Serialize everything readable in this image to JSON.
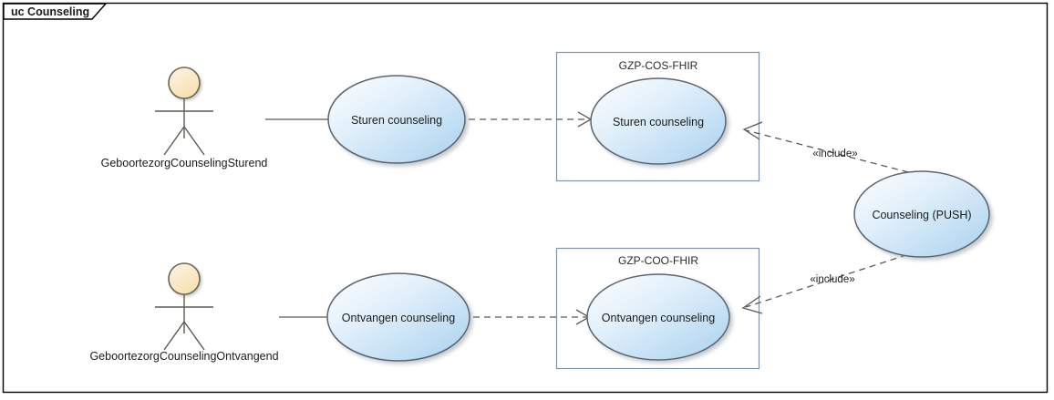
{
  "frame": {
    "title": "uc Counseling",
    "border_color": "#000000",
    "background": "#ffffff"
  },
  "actors": [
    {
      "id": "actor-sturend",
      "label": "GeboortezorgCounselingSturend",
      "head_fill": "#fbe7c3",
      "stroke": "#6b6651"
    },
    {
      "id": "actor-ontvangend",
      "label": "GeboortezorgCounselingOntvangend",
      "head_fill": "#fbe7c3",
      "stroke": "#6b6651"
    }
  ],
  "use_cases": [
    {
      "id": "uc-sturen-left",
      "label": "Sturen counseling"
    },
    {
      "id": "uc-sturen-fhir",
      "label": "Sturen counseling"
    },
    {
      "id": "uc-ontvangen-left",
      "label": "Ontvangen counseling"
    },
    {
      "id": "uc-ontvangen-fhir",
      "label": "Ontvangen counseling"
    },
    {
      "id": "uc-counseling-push",
      "label": "Counseling (PUSH)"
    }
  ],
  "boundaries": [
    {
      "id": "boundary-cos",
      "label": "GZP-COS-FHIR"
    },
    {
      "id": "boundary-coo",
      "label": "GZP-COO-FHIR"
    }
  ],
  "relationships": [
    {
      "id": "include-top",
      "label": "«include»",
      "type": "include"
    },
    {
      "id": "include-bottom",
      "label": "«include»",
      "type": "include"
    }
  ],
  "style": {
    "usecase_fill_light": "#fdfeff",
    "usecase_fill_dark": "#aed4ef",
    "usecase_stroke": "#5a6570",
    "boundary_stroke": "#7f93a8",
    "connector_stroke": "#595959"
  }
}
